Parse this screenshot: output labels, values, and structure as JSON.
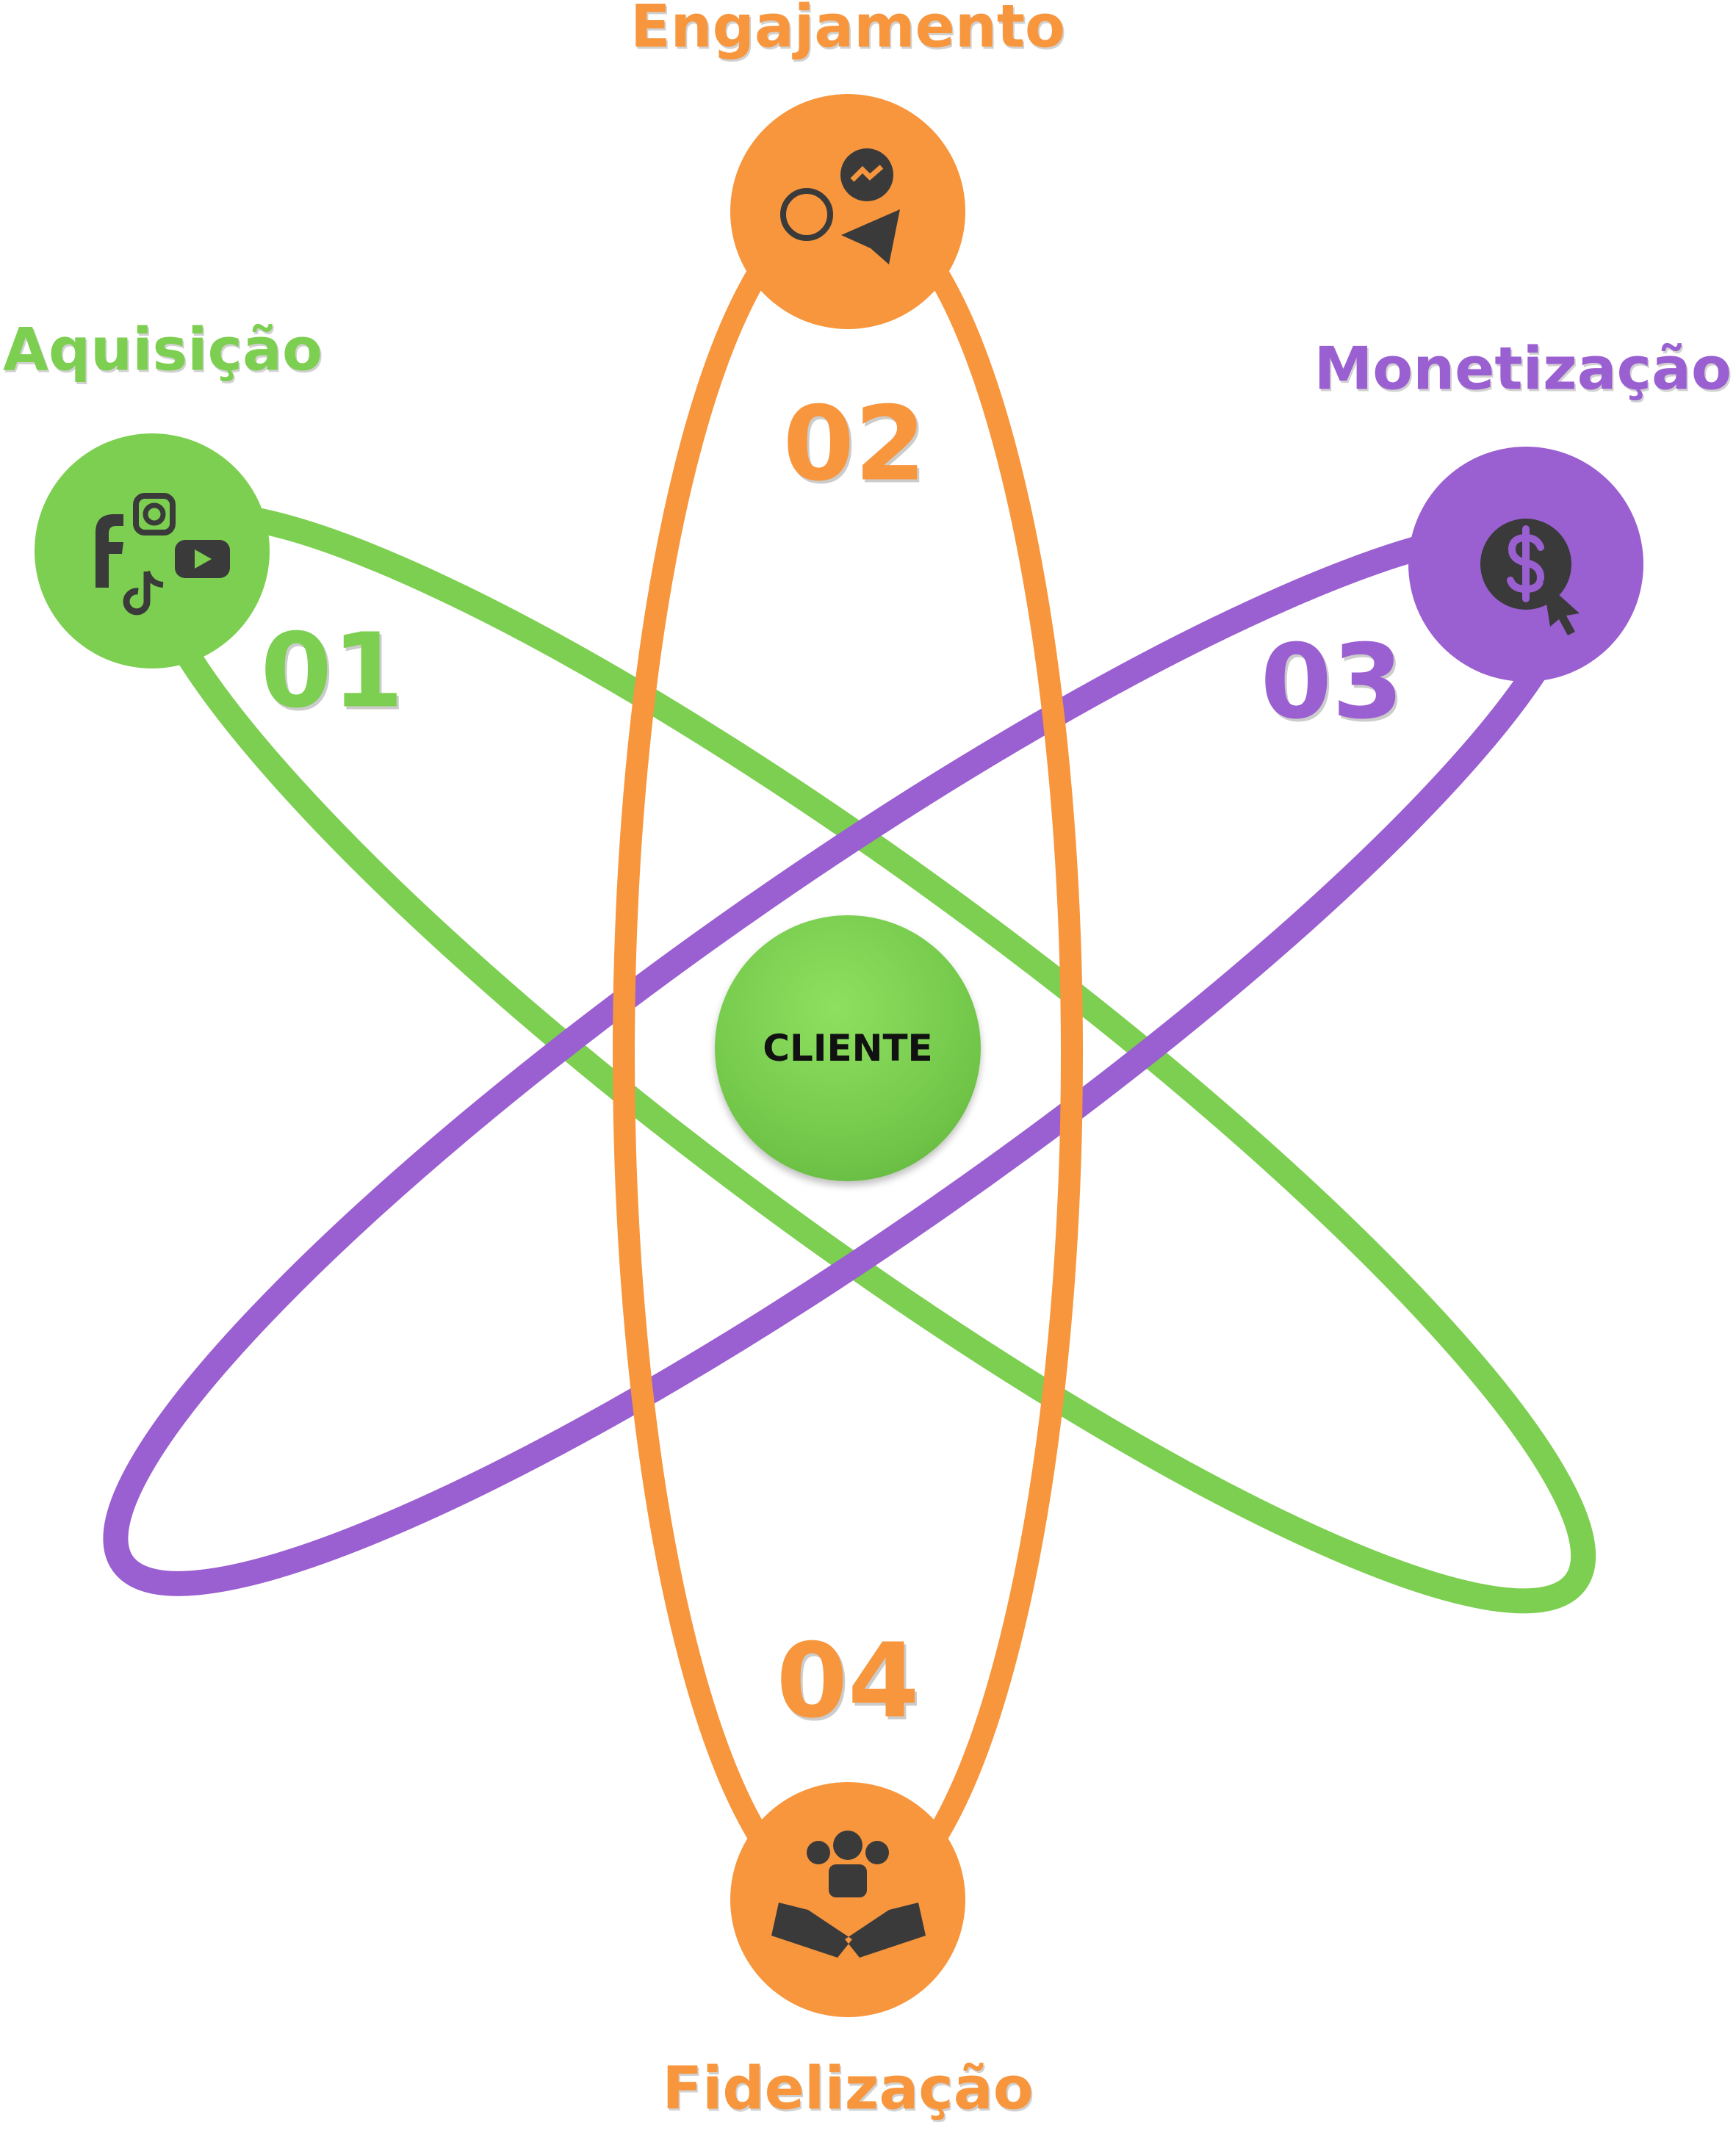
{
  "center": {
    "label": "CLIENTE"
  },
  "stages": [
    {
      "number": "01",
      "title": "Aquisição",
      "icon": "social-media-icons",
      "color": "#7ccf50"
    },
    {
      "number": "02",
      "title": "Engajamento",
      "icon": "messaging-icons",
      "color": "#f7963d"
    },
    {
      "number": "03",
      "title": "Monetização",
      "icon": "dollar-click-icon",
      "color": "#9a5fd0"
    },
    {
      "number": "04",
      "title": "Fidelização",
      "icon": "handshake-icon",
      "color": "#f7963d"
    }
  ]
}
